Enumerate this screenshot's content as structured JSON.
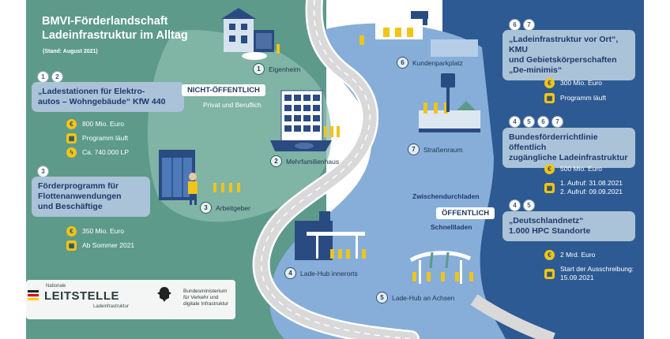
{
  "header": {
    "title_line1": "BMVI-Förderlandschaft",
    "title_line2": "Ladeinfrastruktur im Alltag",
    "stand": "(Stand: August 2021)"
  },
  "left_programs": [
    {
      "numbers": [
        "1",
        "2"
      ],
      "title_lines": [
        "„Ladestationen für Elektro-",
        "autos – Wohngebäude“ KfW 440"
      ],
      "details": [
        {
          "icon": "euro-icon",
          "glyph": "€",
          "text": "800 Mio. Euro"
        },
        {
          "icon": "calendar-icon",
          "glyph": "▦",
          "text": "Programm läuft"
        },
        {
          "icon": "lightning-icon",
          "glyph": "ϟ",
          "text": "Ca. 740.000 LP"
        }
      ]
    },
    {
      "numbers": [
        "3"
      ],
      "title_lines": [
        "Förderprogramm für",
        "Flottenanwendungen",
        "und Beschäftige"
      ],
      "details": [
        {
          "icon": "euro-icon",
          "glyph": "€",
          "text": "350 Mio. Euro"
        },
        {
          "icon": "calendar-icon",
          "glyph": "▦",
          "text": "Ab Sommer 2021"
        }
      ]
    }
  ],
  "right_programs": [
    {
      "numbers": [
        "6",
        "7"
      ],
      "title_lines": [
        "„Ladeinfrastruktur vor Ort“, KMU",
        "und Gebietskörperschaften",
        "„De-minimis“"
      ],
      "details": [
        {
          "icon": "euro-icon",
          "glyph": "€",
          "text": "300 Mio. Euro"
        },
        {
          "icon": "calendar-icon",
          "glyph": "▦",
          "text": "Programm läuft"
        }
      ]
    },
    {
      "numbers": [
        "4",
        "5",
        "6",
        "7"
      ],
      "title_lines": [
        "Bundesförderrichtlinie öffentlich",
        "zugängliche Ladeinfrastruktur"
      ],
      "details": [
        {
          "icon": "euro-icon",
          "glyph": "€",
          "text": "500 Mio. Euro"
        },
        {
          "icon": "calendar-icon",
          "glyph": "▦",
          "text": "1. Aufruf: 31.08.2021",
          "text2": "2. Aufruf: 09.09.2021"
        }
      ]
    },
    {
      "numbers": [
        "4",
        "5"
      ],
      "title_lines": [
        "„Deutschlandnetz“",
        "1.000 HPC Standorte"
      ],
      "details": [
        {
          "icon": "euro-icon",
          "glyph": "€",
          "text": "2 Mrd. Euro"
        },
        {
          "icon": "calendar-icon",
          "glyph": "▦",
          "text": "Start der Ausschreibung:",
          "text2": "15.09.2021"
        }
      ]
    }
  ],
  "zones": {
    "private_tag": "NICHT-ÖFFENTLICH",
    "private_sub": "Privat und Beruflich",
    "public_tag": "ÖFFENTLICH",
    "public_top": "Zwischendurchladen",
    "public_bottom": "Schnellladen"
  },
  "locations": [
    {
      "number": "1",
      "label": "Eigenheim"
    },
    {
      "number": "2",
      "label": "Mehrfamilienhaus"
    },
    {
      "number": "3",
      "label": "Arbeitgeber"
    },
    {
      "number": "4",
      "label": "Lade-Hub innerorts"
    },
    {
      "number": "5",
      "label": "Lade-Hub an Achsen"
    },
    {
      "number": "6",
      "label": "Kundenparkplatz"
    },
    {
      "number": "7",
      "label": "Straßenraum"
    }
  ],
  "footer": {
    "logo_national": "Nationale",
    "logo_main": "LEITSTELLE",
    "logo_sub": "Ladeinfrastruktur",
    "ministry_line1": "Bundesministerium",
    "ministry_line2": "für Verkehr und",
    "ministry_line3": "digitale Infrastruktur"
  },
  "colors": {
    "private_area": "#5d9a8a",
    "public_area": "#2d5a93",
    "light_public": "#86aed8",
    "card": "#aac3d8",
    "accent_yellow": "#f0c419"
  }
}
